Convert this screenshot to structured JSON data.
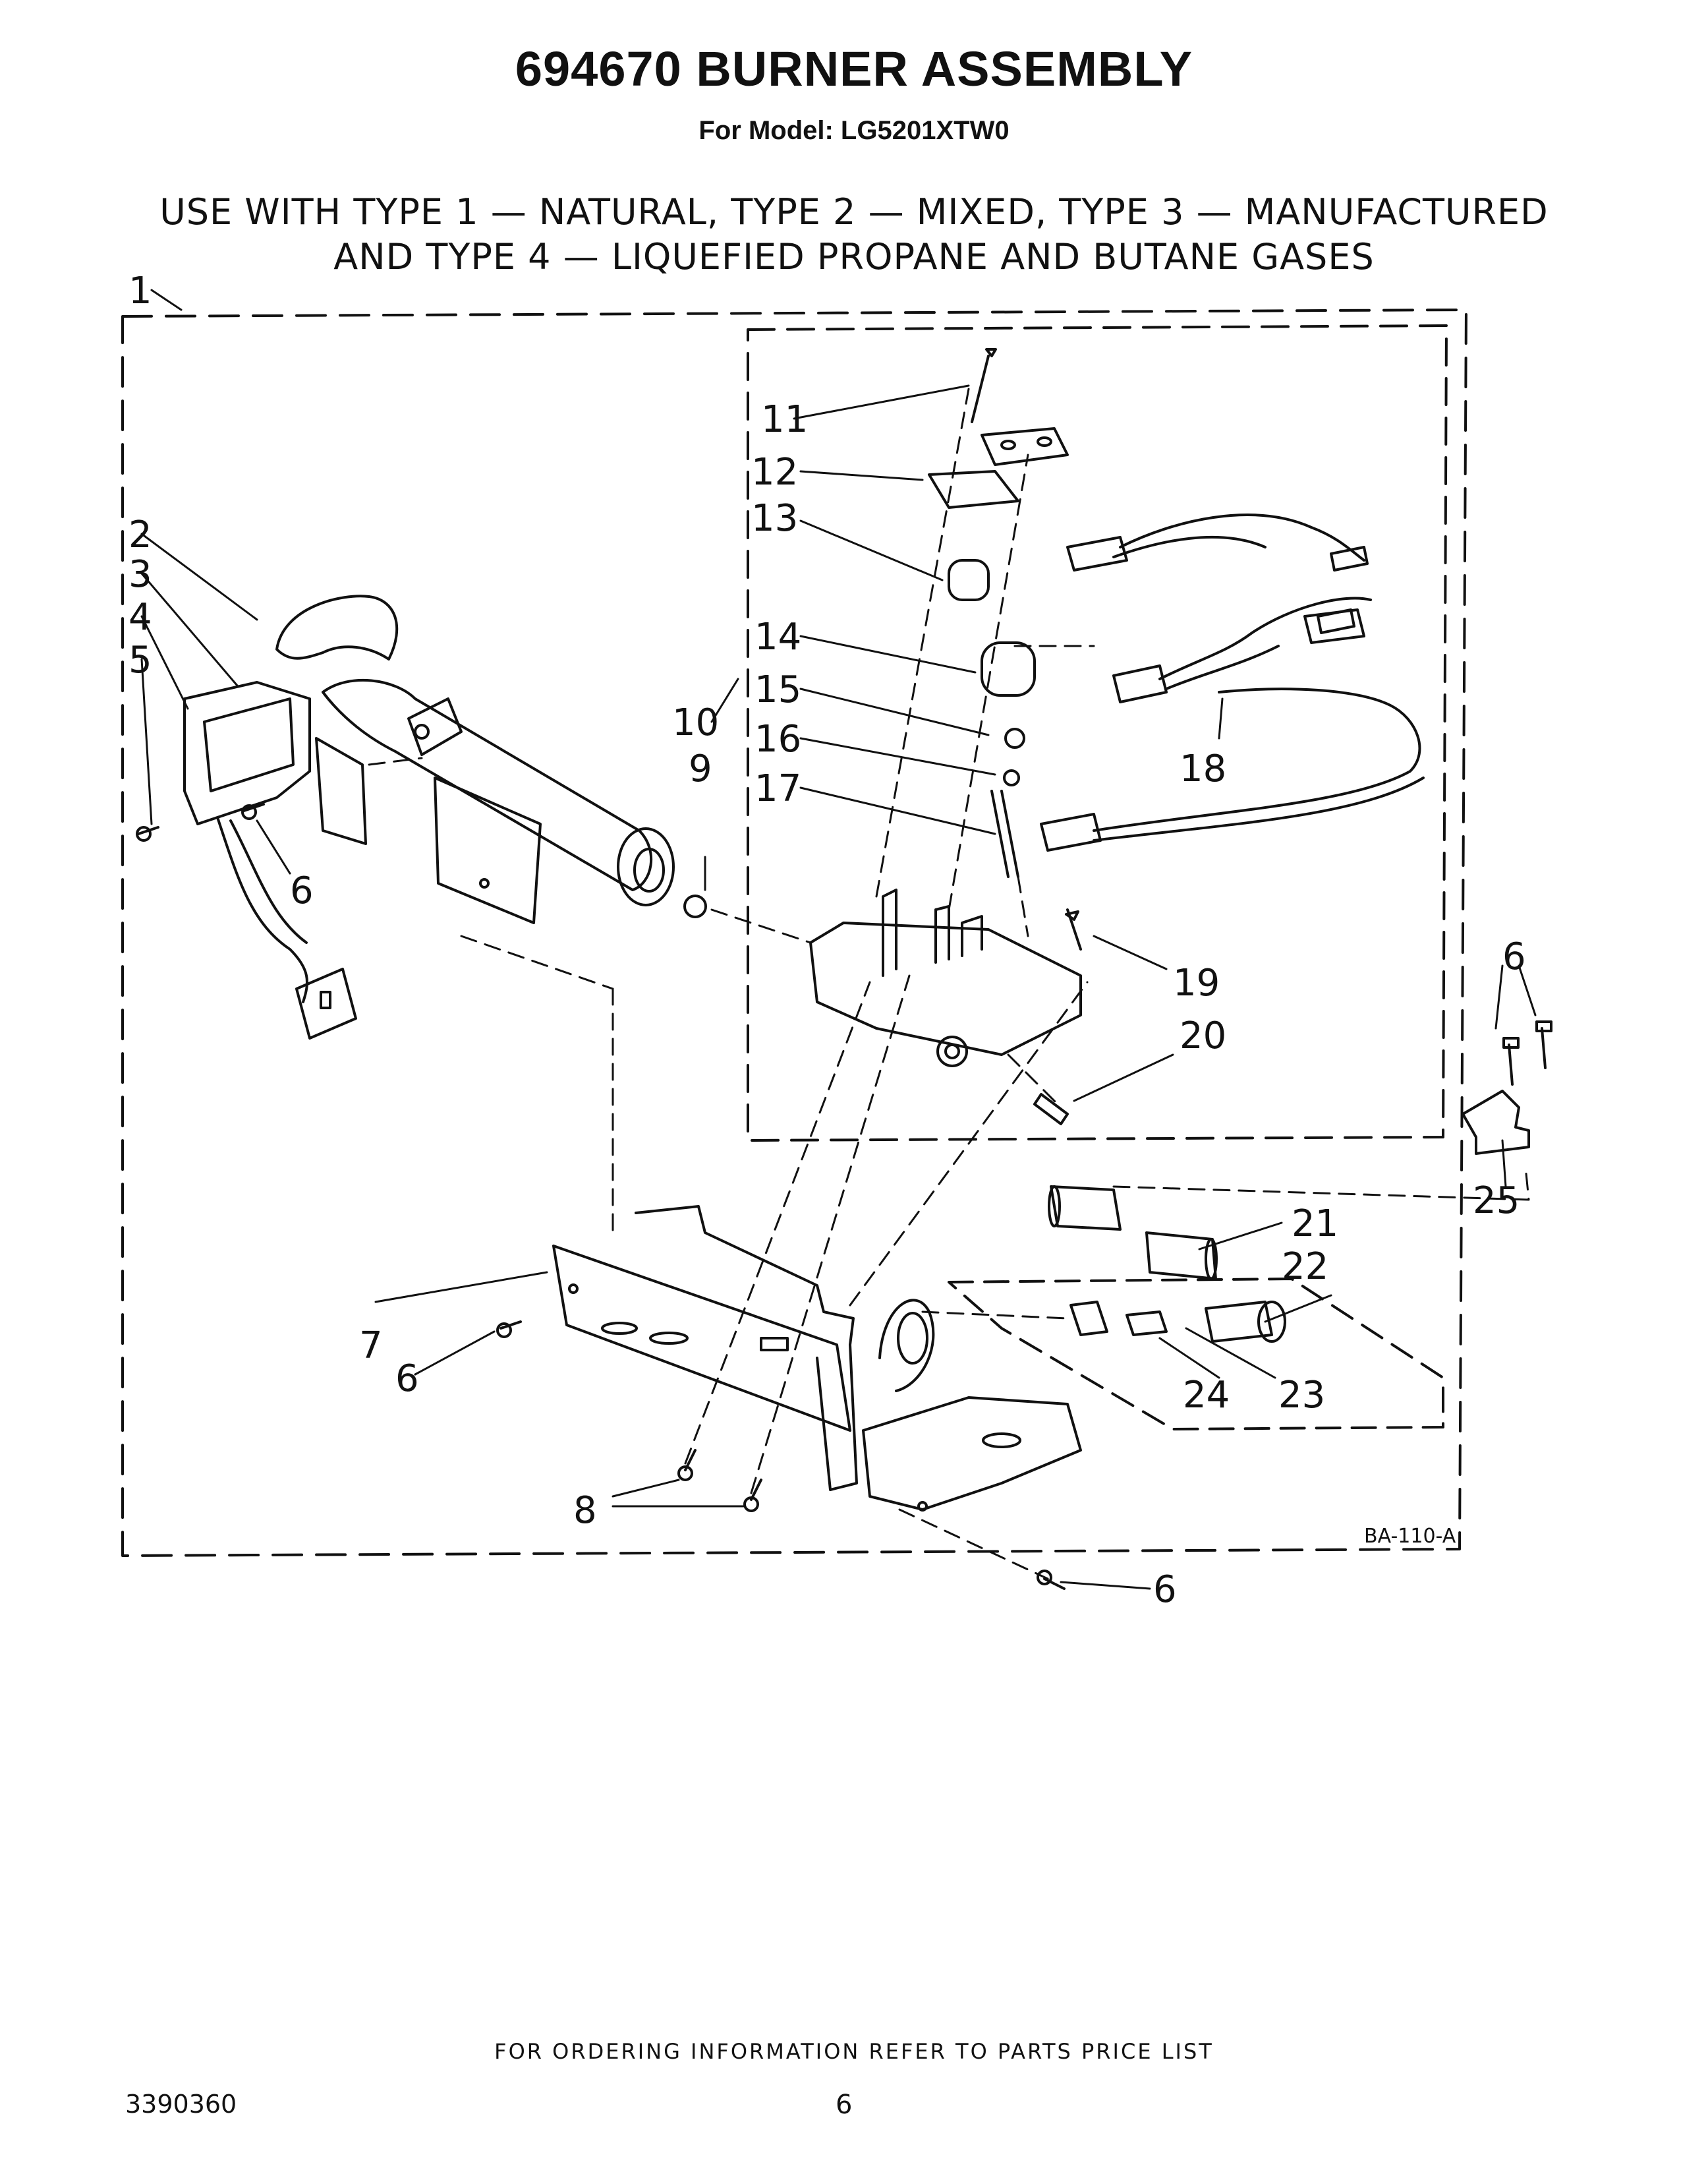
{
  "header": {
    "title": "694670 BURNER ASSEMBLY",
    "model": "For Model: LG5201XTW0",
    "usage_line1": "USE WITH TYPE 1 — NATURAL, TYPE 2 — MIXED, TYPE 3 — MANUFACTURED",
    "usage_line2": "AND TYPE 4 — LIQUEFIED PROPANE AND BUTANE GASES"
  },
  "diagram": {
    "callouts": [
      "1",
      "2",
      "3",
      "4",
      "5",
      "6",
      "7",
      "8",
      "9",
      "10",
      "11",
      "12",
      "13",
      "14",
      "15",
      "16",
      "17",
      "18",
      "19",
      "20",
      "21",
      "22",
      "23",
      "24",
      "25"
    ],
    "drawing_code": "BA-110-A"
  },
  "footer": {
    "ordering_note": "FOR ORDERING INFORMATION REFER TO PARTS PRICE LIST",
    "doc_number": "3390360",
    "page_number": "6"
  }
}
